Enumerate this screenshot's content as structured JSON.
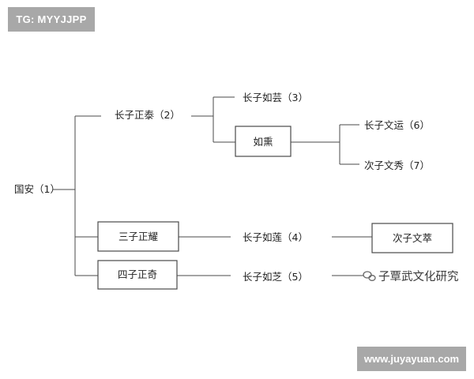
{
  "watermarks": {
    "top_left": "TG: MYYJJPP",
    "bottom_right": "www.juyayuan.com",
    "overlay_text": "子覃武文化研究"
  },
  "tree": {
    "root": "国安（1）",
    "sons": [
      {
        "label": "长子正泰（2）",
        "boxed": false
      },
      {
        "label": "三子正耀",
        "boxed": true
      },
      {
        "label": "四子正奇",
        "boxed": true
      }
    ],
    "grandsons": [
      {
        "label": "长子如芸（3）",
        "boxed": false
      },
      {
        "label": "如熏",
        "boxed": true
      },
      {
        "label": "长子如莲（4）",
        "boxed": false
      },
      {
        "label": "长子如芝（5）",
        "boxed": false
      }
    ],
    "great_grandsons": [
      {
        "label": "长子文运（6）",
        "boxed": false
      },
      {
        "label": "次子文秀（7）",
        "boxed": false
      },
      {
        "label": "次子文萃",
        "boxed": true
      }
    ]
  },
  "colors": {
    "line": "#4a4a4a",
    "text": "#222222",
    "watermark_bg": "#a8a8a8"
  }
}
